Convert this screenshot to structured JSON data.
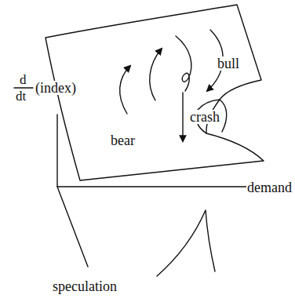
{
  "diagram": {
    "labels": [
      "bull",
      "bear",
      "crash",
      "d",
      "dt",
      "(index)",
      "demand",
      "speculation"
    ]
  }
}
